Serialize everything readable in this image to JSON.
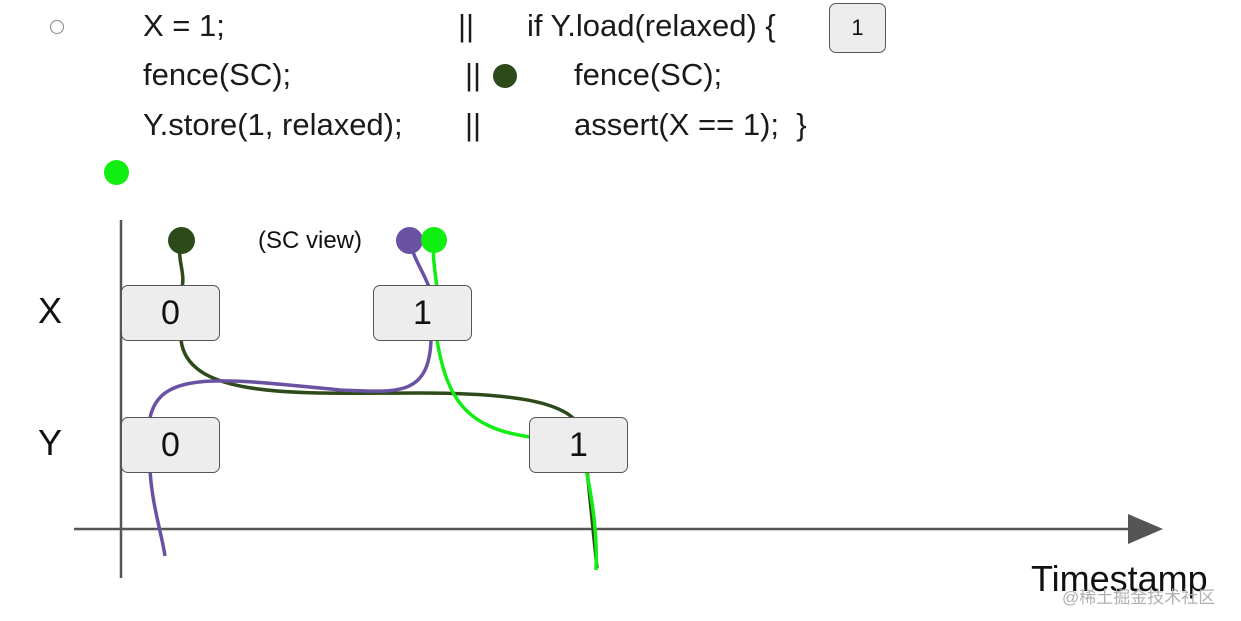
{
  "code": {
    "t1": [
      "X = 1;",
      "fence(SC);",
      "Y.store(1, relaxed);"
    ],
    "sep": "||",
    "t2": [
      "if Y.load(relaxed) {",
      "fence(SC);",
      "assert(X == 1);  }"
    ],
    "load_value": "1"
  },
  "diagram": {
    "row_x_label": "X",
    "row_y_label": "Y",
    "x_boxes": [
      "0",
      "1"
    ],
    "y_boxes": [
      "0",
      "1"
    ],
    "sc_view_label": "(SC view)",
    "timestamp_label": "Timestamp"
  },
  "colors": {
    "dark_green": "#2d4a1a",
    "purple": "#6a52a3",
    "bright_green": "#11ee11",
    "axis": "#555555"
  },
  "watermark": "@稀土掘金技术社区"
}
